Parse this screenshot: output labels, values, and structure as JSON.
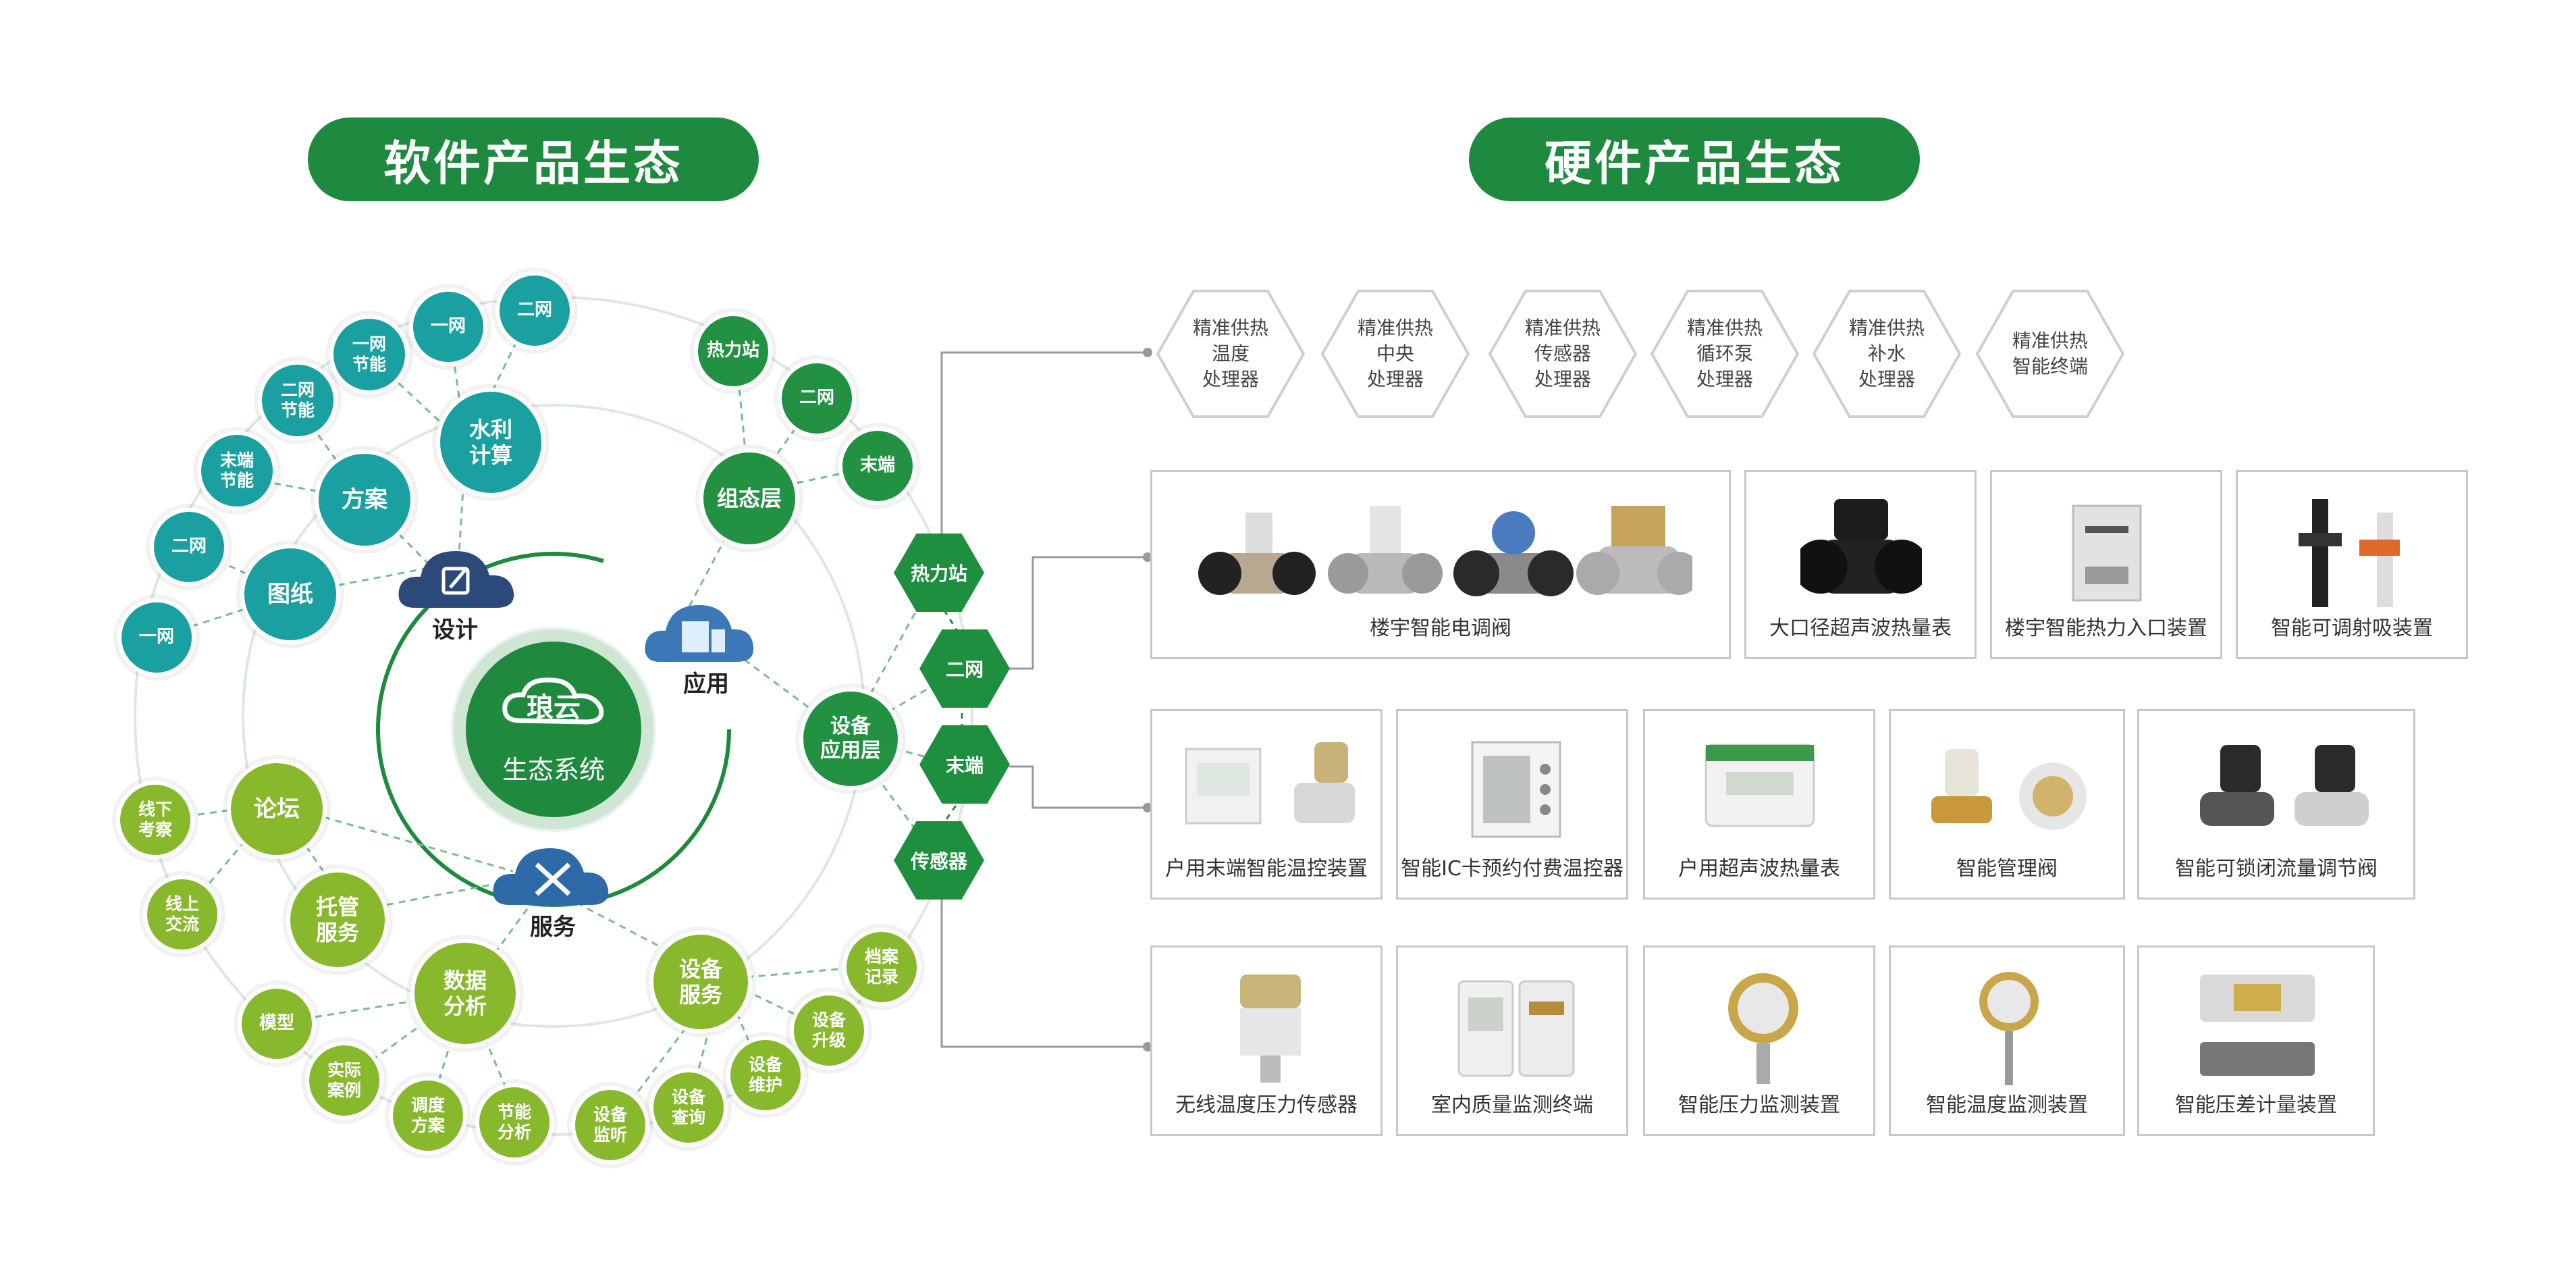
{
  "titles": {
    "software": "软件产品生态",
    "hardware": "硬件产品生态"
  },
  "center": {
    "logo": "琅云",
    "label": "生态系统"
  },
  "clouds": {
    "design": "设计",
    "application": "应用",
    "service": "服务"
  },
  "software_nodes": {
    "drawing": "图纸",
    "scheme": "方案",
    "hydraulic": "水利\n计算",
    "net1_a": "一网",
    "net2_a": "二网",
    "end_energy": "末端\n节能",
    "net2_energy": "二网\n节能",
    "net1_energy": "一网\n节能",
    "net1_b": "一网",
    "net2_b": "二网",
    "config_layer": "组态层",
    "heat_station": "热力站",
    "net2_c": "二网",
    "terminal_a": "末端",
    "device_app_layer": "设备\n应用层",
    "device_service": "设备\n服务",
    "archive": "档案\n记录",
    "upgrade": "设备\n升级",
    "maintenance": "设备\n维护",
    "query": "设备\n查询",
    "monitor": "设备\n监听",
    "data_analysis": "数据\n分析",
    "energy_analysis": "节能\n分析",
    "dispatch": "调度\n方案",
    "case": "实际\n案例",
    "model": "模型",
    "forum": "论坛",
    "hosted": "托管\n服务",
    "offline": "线下\n考察",
    "online": "线上\n交流"
  },
  "layer_hexes": {
    "heat_station": "热力站",
    "net2": "二网",
    "terminal": "末端",
    "sensor": "传感器"
  },
  "processors": [
    "精准供热\n温度\n处理器",
    "精准供热\n中央\n处理器",
    "精准供热\n传感器\n处理器",
    "精准供热\n循环泵\n处理器",
    "精准供热\n补水\n处理器",
    "精准供热\n智能终端"
  ],
  "products": {
    "row1": [
      "楼宇智能电调阀",
      "大口径超声波热量表",
      "楼宇智能热力入口装置",
      "智能可调射吸装置"
    ],
    "row2": [
      "户用末端智能温控装置",
      "智能IC卡预约付费温控器",
      "户用超声波热量表",
      "智能管理阀",
      "智能可锁闭流量调节阀"
    ],
    "row3": [
      "无线温度压力传感器",
      "室内质量监测终端",
      "智能压力监测装置",
      "智能温度监测装置",
      "智能压差计量装置"
    ]
  },
  "colors": {
    "green": "#1e8a3f",
    "teal": "#1aa0a0",
    "light_green": "#88b82c"
  }
}
